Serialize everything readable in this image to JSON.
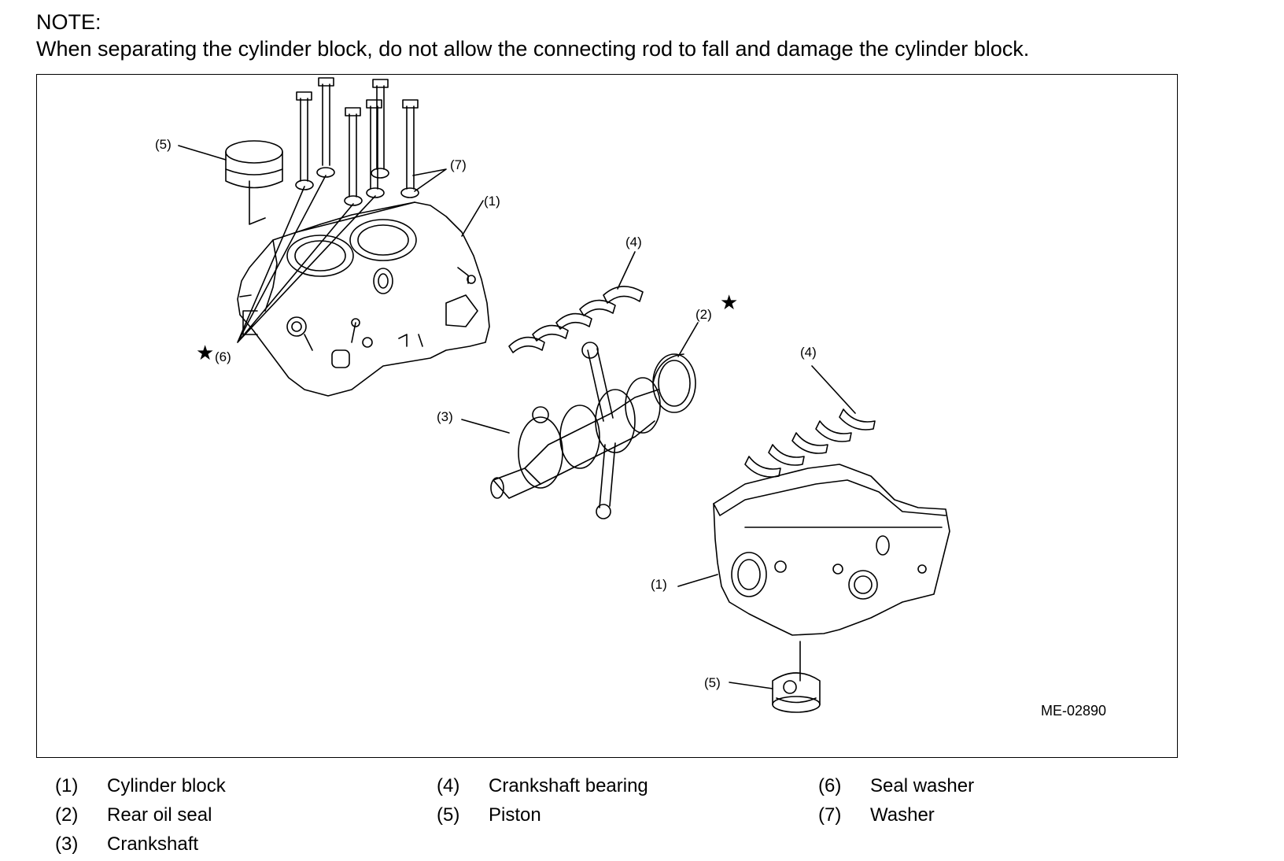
{
  "note": {
    "title": "NOTE:",
    "text": "When separating the cylinder block, do not allow the connecting rod to fall and damage the cylinder block."
  },
  "figure": {
    "id": "ME-02890",
    "star_symbol": "★",
    "callouts": {
      "c1_top": "(1)",
      "c1_bottom": "(1)",
      "c2": "(2)",
      "c3": "(3)",
      "c4_top": "(4)",
      "c4_bottom": "(4)",
      "c5_top": "(5)",
      "c5_bottom": "(5)",
      "c6": "(6)",
      "c7": "(7)"
    }
  },
  "legend": [
    {
      "num": "(1)",
      "label": "Cylinder block"
    },
    {
      "num": "(2)",
      "label": "Rear oil seal"
    },
    {
      "num": "(3)",
      "label": "Crankshaft"
    },
    {
      "num": "(4)",
      "label": "Crankshaft bearing"
    },
    {
      "num": "(5)",
      "label": "Piston"
    },
    {
      "num": "(6)",
      "label": "Seal washer"
    },
    {
      "num": "(7)",
      "label": "Washer"
    }
  ]
}
